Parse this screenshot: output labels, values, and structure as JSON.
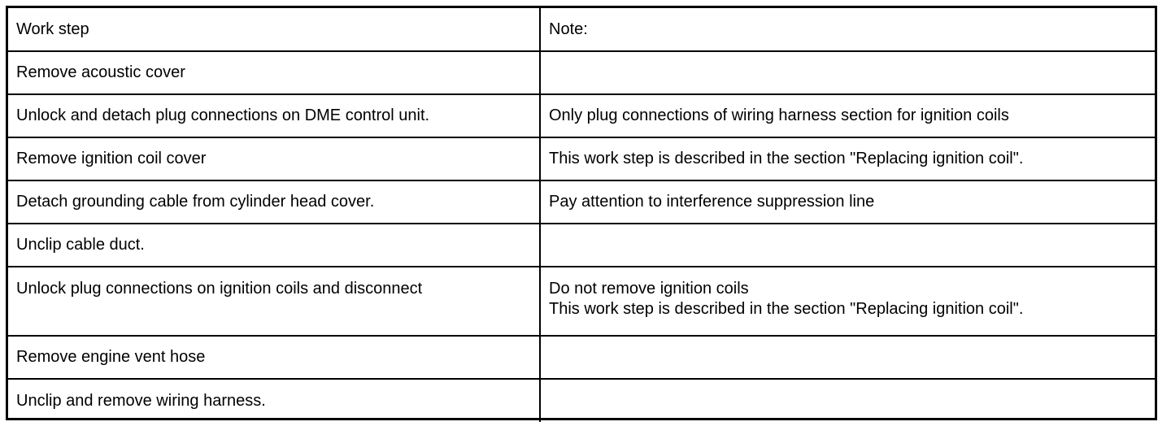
{
  "table": {
    "header": {
      "step": "Work step",
      "note": "Note:"
    },
    "rows": [
      {
        "step": "Remove acoustic cover",
        "notes": []
      },
      {
        "step": "Unlock and detach plug connections on DME control unit.",
        "notes": [
          "Only plug connections of wiring harness section for ignition coils"
        ]
      },
      {
        "step": "Remove ignition coil cover",
        "notes": [
          "This work step is described in the section \"Replacing ignition coil\"."
        ]
      },
      {
        "step": "Detach grounding cable from cylinder head cover.",
        "notes": [
          "Pay attention to interference suppression line"
        ]
      },
      {
        "step": "Unclip cable duct.",
        "notes": []
      },
      {
        "step": "Unlock plug connections on ignition coils and disconnect",
        "notes": [
          "Do not remove ignition coils",
          "This work step is described in the section \"Replacing ignition coil\"."
        ]
      },
      {
        "step": "Remove engine vent hose",
        "notes": []
      },
      {
        "step": "Unclip and remove wiring harness.",
        "notes": []
      }
    ]
  }
}
